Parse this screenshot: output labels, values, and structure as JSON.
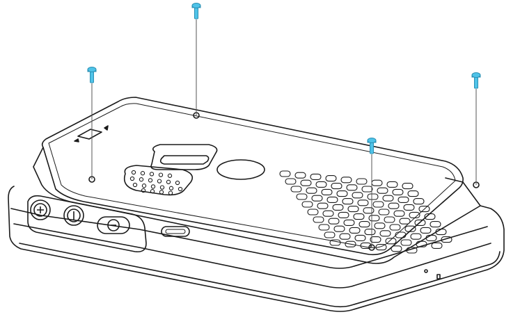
{
  "diagram": {
    "type": "exploded-assembly",
    "colors": {
      "line": "#1a1a1a",
      "screw": "#4fc3e8",
      "screw_outline": "#2a8fb3",
      "guide": "#555555"
    },
    "screws": [
      {
        "name": "screw-top-center"
      },
      {
        "name": "screw-left"
      },
      {
        "name": "screw-mid-right"
      },
      {
        "name": "screw-far-right"
      }
    ],
    "side_buttons": [
      {
        "name": "volume-up-button",
        "icon": "plus-icon"
      },
      {
        "name": "power-button",
        "icon": "power-icon"
      },
      {
        "name": "volume-down-button",
        "icon": "minus-icon"
      }
    ],
    "features": [
      "speaker-grille",
      "camera-window",
      "nfc-logo",
      "usb-c-port",
      "back-cover-grid"
    ]
  }
}
